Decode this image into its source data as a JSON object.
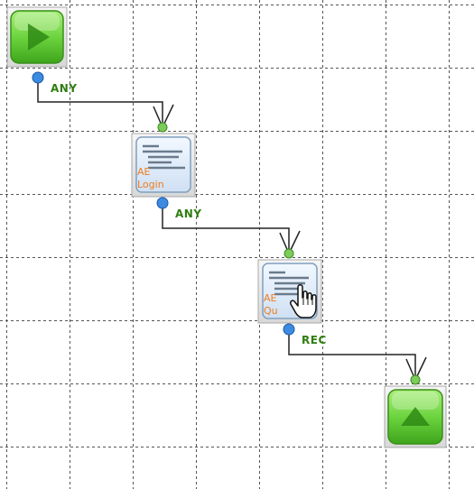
{
  "workflow": {
    "nodes": [
      {
        "id": "start",
        "type": "start",
        "icon": "play-icon",
        "color": "#5cc832"
      },
      {
        "id": "login",
        "type": "ae-task",
        "icon": "ae-task-icon",
        "label_line1": "AE",
        "label_line2": "Login"
      },
      {
        "id": "query",
        "type": "ae-task",
        "icon": "ae-task-icon",
        "label_line1": "AE",
        "label_line2": "Qu"
      },
      {
        "id": "end",
        "type": "end",
        "icon": "stop-triangle-icon",
        "color": "#5cc832"
      }
    ],
    "connections": [
      {
        "from": "start",
        "to": "login",
        "label": "ANY"
      },
      {
        "from": "login",
        "to": "query",
        "label": "ANY"
      },
      {
        "from": "query",
        "to": "end",
        "label": "REC"
      }
    ],
    "cursor": "hand-pointer-icon"
  }
}
